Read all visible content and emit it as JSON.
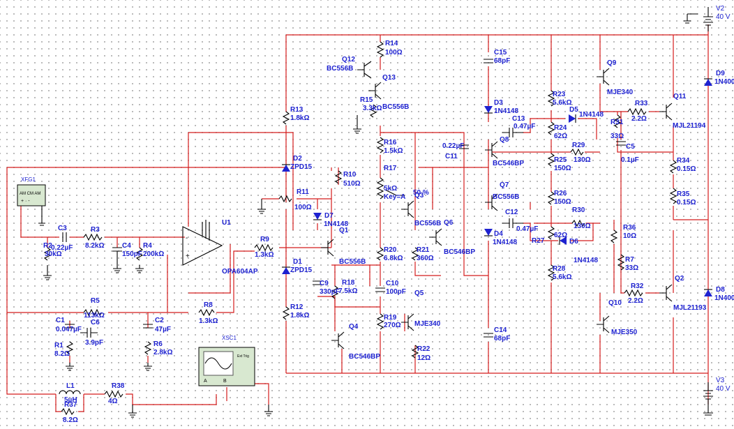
{
  "colors": {
    "wire": "#d41c1c",
    "label": "#1e22d0",
    "component": "#000000",
    "grid_dot": "#a9a9a9",
    "background": "#ffffff",
    "diode": "#1e22d0",
    "instrument": "#d8e8d0"
  },
  "labels": {
    "V2": "V2",
    "V2v": "40 V",
    "V3": "V3",
    "V3v": "40 V",
    "XFG1": "XFG1",
    "XSC1": "XSC1",
    "XSC_ext": "Ext Trig",
    "U1": "U1",
    "U1m": "OPA604AP",
    "R1": "R1",
    "R1v": "8.2Ω",
    "R2": "R2",
    "R2v": "30kΩ",
    "R3": "R3",
    "R3v": "8.2kΩ",
    "R4": "R4",
    "R4v": "200kΩ",
    "R5": "R5",
    "R5v": "113kΩ",
    "R6": "R6",
    "R6v": "2.8kΩ",
    "R7": "R7",
    "R7v": "33Ω",
    "R8": "R8",
    "R8v": "1.3kΩ",
    "R9": "R9",
    "R9v": "1.3kΩ",
    "R10": "R10",
    "R10v": "510Ω",
    "R11": "R11",
    "R11v": "100Ω",
    "R12": "R12",
    "R12v": "1.8kΩ",
    "R13": "R13",
    "R13v": "1.8kΩ",
    "R14": "R14",
    "R14v": "100Ω",
    "R15": "R15",
    "R15v": "3.3kΩ",
    "R16": "R16",
    "R16v": "1.5kΩ",
    "R17": "R17",
    "R17v": "5kΩ",
    "R17k": "Key=A",
    "R17p": "50 %",
    "R18": "R18",
    "R18v": "7.5kΩ",
    "R19": "R19",
    "R19v": "270Ω",
    "R20": "R20",
    "R20v": "6.8kΩ",
    "R21": "R21",
    "R21v": "360Ω",
    "R22": "R22",
    "R22v": "12Ω",
    "R23": "R23",
    "R23v": "5.6kΩ",
    "R24": "R24",
    "R24v": "62Ω",
    "R25": "R25",
    "R25v": "150Ω",
    "R26": "R26",
    "R26v": "150Ω",
    "R27": "R27",
    "R27v": "62Ω",
    "R28": "R28",
    "R28v": "5.6kΩ",
    "R29": "R29",
    "R29v": "130Ω",
    "R30": "R30",
    "R30v": "130Ω",
    "R31": "R31",
    "R31v": "33Ω",
    "R32": "R32",
    "R32v": "2.2Ω",
    "R33": "R33",
    "R33v": "2.2Ω",
    "R34": "R34",
    "R34v": "0.15Ω",
    "R35": "R35",
    "R35v": "0.15Ω",
    "R36": "R36",
    "R36v": "10Ω",
    "R37": "R37",
    "R37v": "8.2Ω",
    "R38": "R38",
    "R38v": "4Ω",
    "C1": "C1",
    "C1v": "0.047µF",
    "C2": "C2",
    "C2v": "47µF",
    "C3": "C3",
    "C3v": "0.22µF",
    "C4": "C4",
    "C4v": "150pF",
    "C5": "C5",
    "C5v": "0.1µF",
    "C6": "C6",
    "C6v": "3.9pF",
    "C9": "C9",
    "C9v": "330pF",
    "C10": "C10",
    "C10v": "100pF",
    "C11": "C11",
    "C11v": "0.22µF",
    "C12": "C12",
    "C12v": "0.47µF",
    "C13": "C13",
    "C13v": "0.47µF",
    "C14": "C14",
    "C14v": "68pF",
    "C15": "C15",
    "C15v": "68pF",
    "L1": "L1",
    "L1v": "5µH",
    "D1": "D1",
    "D1m": "ZPD15",
    "D2": "D2",
    "D2m": "ZPD15",
    "D3": "D3",
    "D3m": "1N4148",
    "D4": "D4",
    "D4m": "1N4148",
    "D5": "D5",
    "D5m": "1N4148",
    "D6": "D6",
    "D6m": "1N4148",
    "D7": "D7",
    "D7m": "1N4148",
    "D8": "D8",
    "D8m": "1N400",
    "D9": "D9",
    "D9m": "1N400",
    "Q1": "Q1",
    "Q1m": "BC556B",
    "Q2": "Q2",
    "Q2m": "MJL21193",
    "Q3": "Q3",
    "Q4": "Q4",
    "Q4m": "BC546BP",
    "Q5": "Q5",
    "Q5m": "MJE340",
    "Q6": "Q6",
    "Q6m": "BC546BP",
    "Q7": "Q7",
    "Q7m": "BC556B",
    "Q8": "Q8",
    "Q8m": "BC546BP",
    "Q9": "Q9",
    "Q9m": "MJE340",
    "Q10": "Q10",
    "Q10m": "MJE350",
    "Q11": "Q11",
    "Q11m": "MJL21194",
    "Q12": "Q12",
    "Q12m": "BC556B",
    "Q13": "Q13",
    "Q13m": "BC556B",
    "Q3m": "BC556B"
  }
}
